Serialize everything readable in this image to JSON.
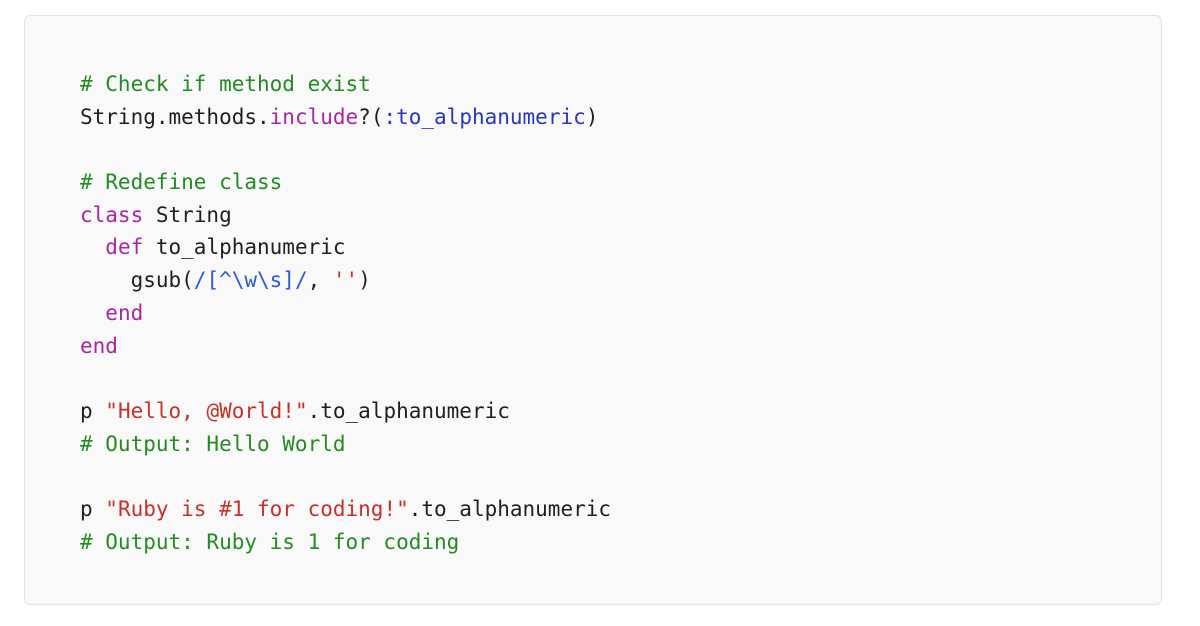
{
  "code_block": {
    "lines": [
      [
        {
          "t": "# Check if method exist",
          "k": "comment"
        }
      ],
      [
        {
          "t": "String.methods.",
          "k": "plain"
        },
        {
          "t": "include",
          "k": "method"
        },
        {
          "t": "?(",
          "k": "plain"
        },
        {
          "t": ":to_alphanumeric",
          "k": "symbol"
        },
        {
          "t": ")",
          "k": "plain"
        }
      ],
      [],
      [
        {
          "t": "# Redefine class",
          "k": "comment"
        }
      ],
      [
        {
          "t": "class",
          "k": "keyword"
        },
        {
          "t": " String",
          "k": "plain"
        }
      ],
      [
        {
          "t": "  ",
          "k": "plain"
        },
        {
          "t": "def",
          "k": "keyword"
        },
        {
          "t": " to_alphanumeric",
          "k": "plain"
        }
      ],
      [
        {
          "t": "    gsub(",
          "k": "plain"
        },
        {
          "t": "/[^\\w\\s]/",
          "k": "regex"
        },
        {
          "t": ", ",
          "k": "plain"
        },
        {
          "t": "''",
          "k": "string"
        },
        {
          "t": ")",
          "k": "plain"
        }
      ],
      [
        {
          "t": "  ",
          "k": "plain"
        },
        {
          "t": "end",
          "k": "keyword"
        }
      ],
      [
        {
          "t": "end",
          "k": "keyword"
        }
      ],
      [],
      [
        {
          "t": "p ",
          "k": "plain"
        },
        {
          "t": "\"Hello, @World!\"",
          "k": "string"
        },
        {
          "t": ".to_alphanumeric",
          "k": "plain"
        }
      ],
      [
        {
          "t": "# Output: Hello World",
          "k": "comment"
        }
      ],
      [],
      [
        {
          "t": "p ",
          "k": "plain"
        },
        {
          "t": "\"Ruby is #1 for coding!\"",
          "k": "string"
        },
        {
          "t": ".to_alphanumeric",
          "k": "plain"
        }
      ],
      [
        {
          "t": "# Output: Ruby is 1 for coding",
          "k": "comment"
        }
      ]
    ]
  },
  "colors": {
    "background": "#f9f9f9",
    "border": "#e3e3e3",
    "plain": "#1f1f1f",
    "comment": "#228c22",
    "keyword": "#a626a4",
    "symbol": "#2a35c4",
    "regex": "#2a5bd7",
    "string": "#c8312b"
  }
}
